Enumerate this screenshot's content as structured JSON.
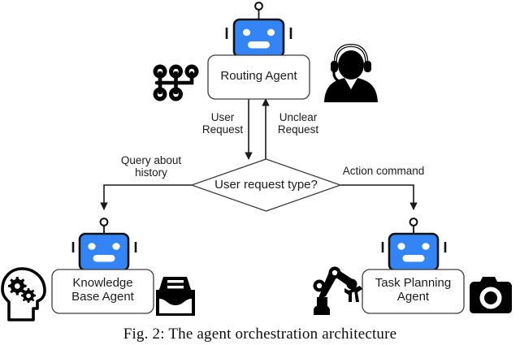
{
  "figure": {
    "caption": "Fig. 2: The agent orchestration architecture",
    "colors": {
      "robot_blue": "#3385f5",
      "robot_outline": "#111111",
      "box_stroke": "#3d3d3d",
      "box_fill": "#ffffff",
      "line": "#1a1a1a",
      "icon_black": "#000000",
      "text": "#1a1a1a"
    }
  },
  "nodes": {
    "routing_agent": {
      "label": "Routing Agent",
      "robot_icon": "robot-head-icon"
    },
    "decision": {
      "label": "User request type?"
    },
    "knowledge_base_agent": {
      "label": "Knowledge\nBase Agent",
      "robot_icon": "robot-head-icon"
    },
    "task_planning_agent": {
      "label": "Task Planning\nAgent",
      "robot_icon": "robot-head-icon"
    }
  },
  "edges": {
    "user_request": "User\nRequest",
    "unclear_request": "Unclear\nRequest",
    "query_about_history": "Query about\nhistory",
    "action_command": "Action command"
  },
  "icons": {
    "gear_shift": "gear-shift-icon",
    "support_person": "headset-person-icon",
    "brain_gears": "head-with-gears-icon",
    "file_drawer": "file-drawer-icon",
    "robot_arm": "robot-arm-icon",
    "camera": "camera-icon"
  }
}
